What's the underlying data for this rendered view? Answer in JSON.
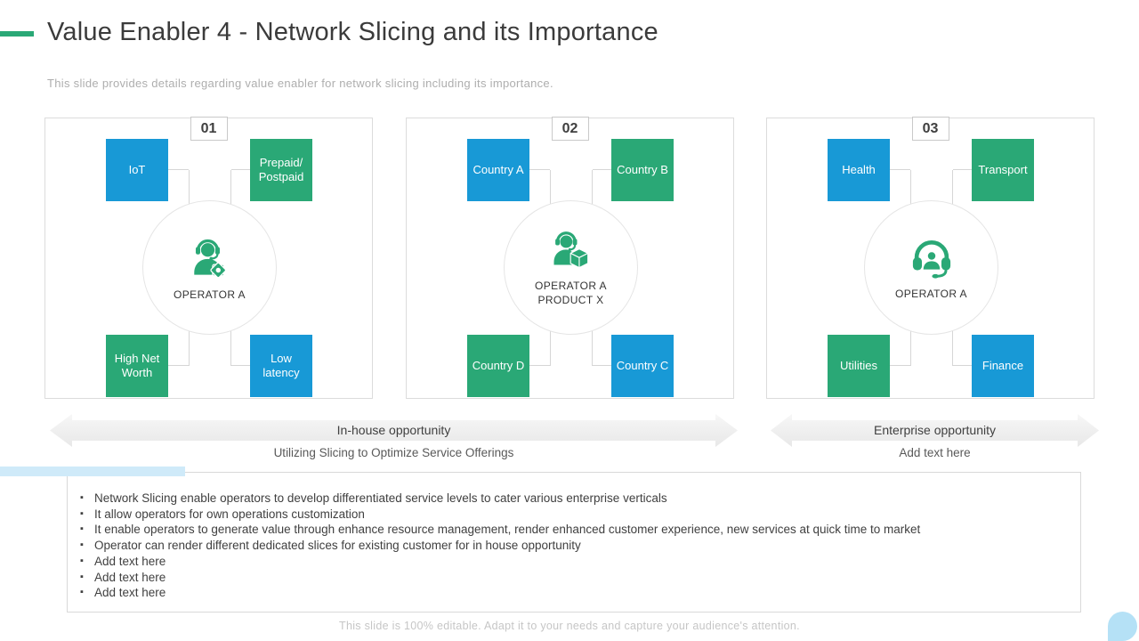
{
  "slide": {
    "title": "Value Enabler 4 - Network Slicing and its Importance",
    "subtitle": "This slide provides details regarding value enabler for network slicing including its importance.",
    "footer": "This slide is 100% editable. Adapt it to your needs and capture your audience's attention."
  },
  "colors": {
    "blue": "#1899d6",
    "green": "#2aa876",
    "accent_dash": "#2aa876",
    "light_blue_bar": "#cfeaf9",
    "corner_bubble": "#b5e1f6"
  },
  "panels": [
    {
      "number": "01",
      "boxes": [
        {
          "label": "IoT",
          "color": "blue"
        },
        {
          "label": "Prepaid/ Postpaid",
          "color": "green"
        },
        {
          "label": "High Net Worth",
          "color": "green"
        },
        {
          "label": "Low latency",
          "color": "blue"
        }
      ],
      "center": {
        "icon": "operator-gear-icon",
        "line1": "OPERATOR A",
        "line2": ""
      }
    },
    {
      "number": "02",
      "boxes": [
        {
          "label": "Country A",
          "color": "blue"
        },
        {
          "label": "Country B",
          "color": "green"
        },
        {
          "label": "Country D",
          "color": "green"
        },
        {
          "label": "Country C",
          "color": "blue"
        }
      ],
      "center": {
        "icon": "operator-product-icon",
        "line1": "OPERATOR A",
        "line2": "PRODUCT X"
      }
    },
    {
      "number": "03",
      "boxes": [
        {
          "label": "Health",
          "color": "blue"
        },
        {
          "label": "Transport",
          "color": "green"
        },
        {
          "label": "Utilities",
          "color": "green"
        },
        {
          "label": "Finance",
          "color": "blue"
        }
      ],
      "center": {
        "icon": "operator-headset-icon",
        "line1": "OPERATOR A",
        "line2": ""
      }
    }
  ],
  "banners": [
    {
      "label": "In-house opportunity",
      "caption": "Utilizing Slicing to Optimize Service Offerings"
    },
    {
      "label": "Enterprise opportunity",
      "caption": "Add text here"
    }
  ],
  "bullets": [
    "Network Slicing enable operators to develop differentiated service levels to cater various enterprise verticals",
    "It allow operators for own operations customization",
    "It enable operators to generate value through enhance resource management, render enhanced customer experience, new services at quick time to market",
    "Operator can render different dedicated slices for existing customer for in house opportunity",
    "Add text here",
    "Add text here",
    "Add text here"
  ]
}
